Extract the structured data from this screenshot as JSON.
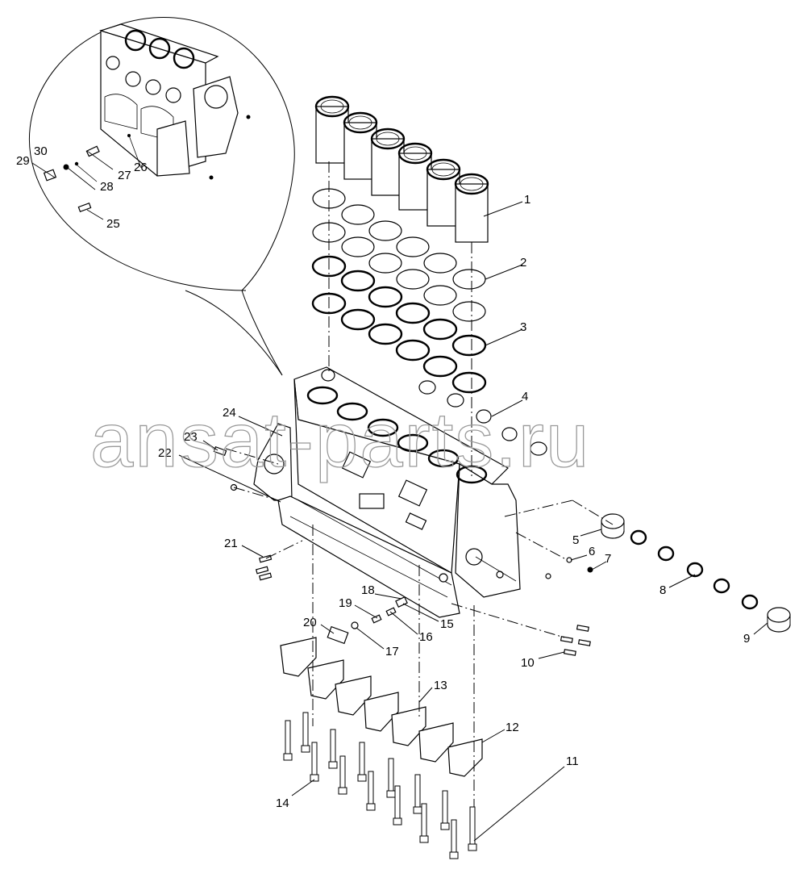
{
  "watermark": "ansat-parts.ru",
  "callouts": [
    "1",
    "2",
    "3",
    "4",
    "5",
    "6",
    "7",
    "8",
    "9",
    "10",
    "11",
    "12",
    "13",
    "14",
    "15",
    "16",
    "17",
    "18",
    "19",
    "20",
    "21",
    "22",
    "23",
    "24",
    "25",
    "26",
    "27",
    "28",
    "29",
    "30"
  ]
}
